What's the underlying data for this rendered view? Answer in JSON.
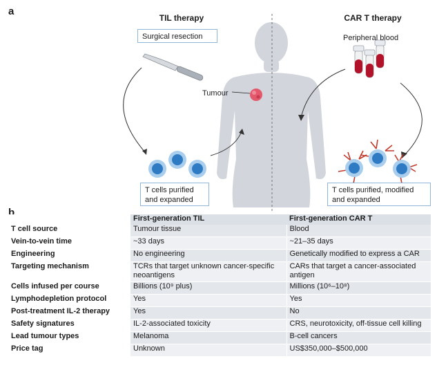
{
  "panel_a": {
    "label": "a",
    "til_title": "TIL therapy",
    "car_title": "CAR T therapy",
    "surgical_resection": "Surgical resection",
    "tumour": "Tumour",
    "til_cells_label": "T cells purified and expanded",
    "peripheral_blood": "Peripheral blood",
    "car_cells_label": "T cells purified, modified and expanded"
  },
  "panel_b": {
    "label": "b",
    "columns": [
      "First-generation TIL",
      "First-generation CAR T"
    ],
    "rows": [
      {
        "label": "T cell source",
        "til": "Tumour tissue",
        "car": "Blood"
      },
      {
        "label": "Vein-to-vein time",
        "til": "~33 days",
        "car": "~21–35 days"
      },
      {
        "label": "Engineering",
        "til": "No engineering",
        "car": "Genetically modified to express a CAR"
      },
      {
        "label": "Targeting mechanism",
        "til": "TCRs that target unknown cancer-specific neoantigens",
        "car": "CARs that target a cancer-associated antigen"
      },
      {
        "label": "Cells infused per course",
        "til": "Billions (10⁹ plus)",
        "car": "Millions (10⁶–10⁸)"
      },
      {
        "label": "Lymphodepletion protocol",
        "til": "Yes",
        "car": "Yes"
      },
      {
        "label": "Post-treatment IL-2 therapy",
        "til": "Yes",
        "car": "No"
      },
      {
        "label": "Safety signatures",
        "til": "IL-2-associated toxicity",
        "car": "CRS, neurotoxicity, off-tissue cell killing"
      },
      {
        "label": "Lead tumour types",
        "til": "Melanoma",
        "car": "B-cell cancers"
      },
      {
        "label": "Price tag",
        "til": "Unknown",
        "car": "US$350,000–$500,000"
      }
    ]
  },
  "colors": {
    "label_border": "#8fb6d8",
    "cell_blue": "#2e7bc4",
    "cell_outer": "#a9cdec",
    "body": "#d2d6dc",
    "blood": "#b3132a",
    "receptor": "#c0392b",
    "table_header": "#dbe0e7",
    "table_row": "#eef0f3"
  },
  "icons": [
    "scalpel-icon",
    "tumour-icon",
    "blood-tubes-icon",
    "t-cell-icon",
    "car-t-cell-icon",
    "human-body-icon"
  ]
}
